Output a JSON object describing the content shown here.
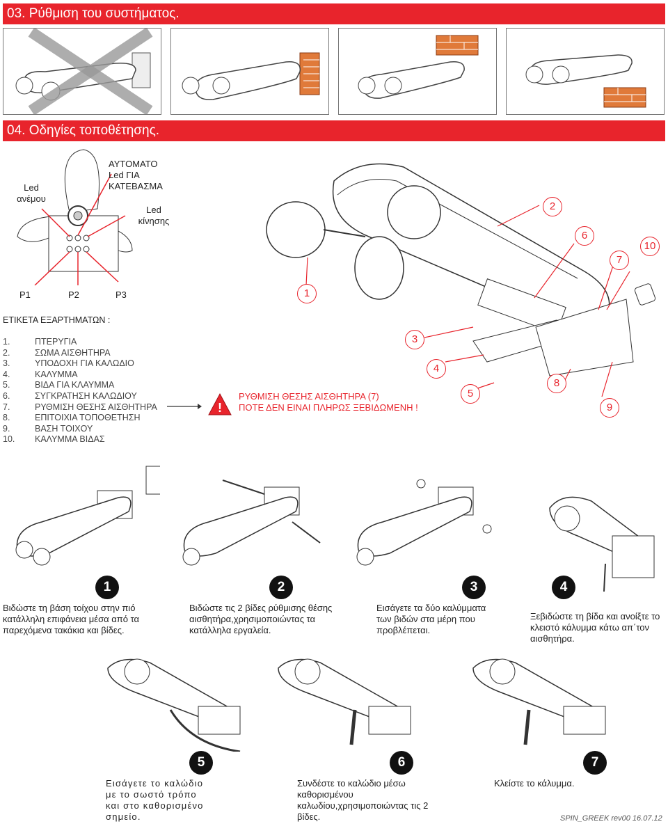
{
  "header1": "03. Ρύθμιση του συστήματος.",
  "header2": "04. Οδηγίες τοποθέτησης.",
  "legend": {
    "led_wind": "Led\nανέμου",
    "led_auto": "ΑΥΤΟΜΑΤΟ\nLed ΓΙΑ\nΚΑΤΕΒΑΣΜΑ",
    "led_motion": "Led\nκίνησης",
    "p1": "P1",
    "p2": "P2",
    "p3": "P3"
  },
  "parts_title": "ΕΤΙΚΕΤΑ ΕΞΑΡΤΗΜΑΤΩΝ :",
  "parts": [
    {
      "n": "1.",
      "label": "ΠΤΕΡΥΓΙΑ"
    },
    {
      "n": "2.",
      "label": "ΣΩΜΑ ΑΙΣΘΗΤΗΡΑ"
    },
    {
      "n": "3.",
      "label": "ΥΠΟΔΟΧΗ ΓΙΑ ΚΑΛΩΔΙΟ"
    },
    {
      "n": "4.",
      "label": "ΚΑΛΥΜΜΑ"
    },
    {
      "n": "5.",
      "label": "ΒΙΔΑ ΓΙΑ ΚΛΑΥΜΜΑ"
    },
    {
      "n": "6.",
      "label": "ΣΥΓΚΡΑΤΗΣΗ ΚΑΛΩΔΙΟΥ"
    },
    {
      "n": "7.",
      "label": "ΡΥΘΜΙΣΗ ΘΕΣΗΣ ΑΙΣΘΗΤΗΡΑ"
    },
    {
      "n": "8.",
      "label": "ΕΠΙΤΟΙΧΙΑ ΤΟΠΟΘΕΤΗΣΗ"
    },
    {
      "n": "9.",
      "label": "ΒΑΣΗ ΤΟΙΧΟΥ"
    },
    {
      "n": "10.",
      "label": "ΚΑΛΥΜΜΑ ΒΙΔΑΣ"
    }
  ],
  "warning": "ΡΥΘΜΙΣΗ ΘΕΣΗΣ ΑΙΣΘΗΤΗΡΑ (7)\nΠΟΤΕ ΔΕΝ ΕΙΝΑΙ ΠΛΗΡΩΣ ΞΕΒΙΔΩΜΕΝΗ !",
  "callouts": [
    "1",
    "2",
    "3",
    "4",
    "5",
    "6",
    "7",
    "8",
    "9",
    "10"
  ],
  "steps": [
    {
      "num": "1",
      "text": "Βιδώστε τη βάση τοίχου στην πιό κατάλληλη επιφάνεια μέσα από τα παρεχόμενα τακάκια και βίδες."
    },
    {
      "num": "2",
      "text": "Βιδώστε τις 2 βίδες ρύθμισης θέσης αισθητήρα,χρησιμοποιώντας τα κατάλληλα εργαλεία."
    },
    {
      "num": "3",
      "text": "Εισάγετε τα δύο καλύμματα των βιδών στα μέρη που προβλέπεται."
    },
    {
      "num": "4",
      "text": "Ξεβιδώστε τη βίδα και ανοίξτε το κλειστό κάλυμμα κάτω απ΄τον αισθητήρα."
    },
    {
      "num": "5",
      "text": "Εισάγετε το καλώδιο με το σωστό τρόπο και στο καθορισμένο σημείο."
    },
    {
      "num": "6",
      "text": "Συνδέστε το καλώδιο μέσω καθορισμένου καλωδίου,χρησιμοποιώντας τις 2 βίδες."
    },
    {
      "num": "7",
      "text": "Κλείστε το κάλυμμα."
    }
  ],
  "footer": "SPIN_GREEK rev00 16.07.12",
  "colors": {
    "accent": "#e8242c",
    "brick": "#e07a3a"
  }
}
